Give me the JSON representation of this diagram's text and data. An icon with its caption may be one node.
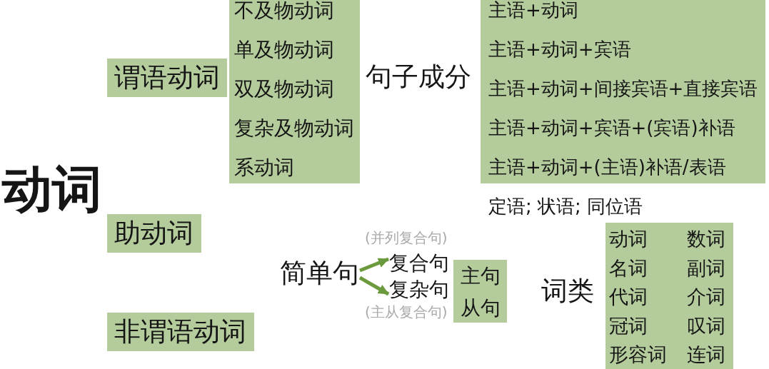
{
  "diagram": {
    "title": "动词",
    "nodes": [
      {
        "text": [
          "谓语动词"
        ]
      },
      {
        "text": [
          "不及物动词",
          "单及物动词",
          "双及物动词",
          "复杂及物动词",
          "系动词"
        ]
      },
      {
        "text": [
          "主语+动词",
          "主语+动词+宾语",
          "主语+动词+间接宾语+直接宾语",
          "主语+动词+宾语+(宾语)补语",
          "主语+动词+(主语)补语/表语"
        ]
      },
      {
        "text": [
          "助动词"
        ]
      },
      {
        "text": [
          "简单句"
        ]
      },
      {
        "text": [
          "复合句"
        ],
        "beside": [
          "(并列复合句)"
        ]
      },
      {
        "text": [
          "复杂句"
        ],
        "beside": [
          "(主从复合句)"
        ]
      },
      {
        "text": [
          "主句",
          "从句"
        ]
      },
      {
        "text": [
          "动词",
          "数词",
          "名词",
          "副词",
          "代词",
          "介词",
          "冠词",
          "叹词",
          "形容词",
          "连词"
        ]
      },
      {
        "text": [
          "非谓语动词"
        ]
      }
    ],
    "edges": [
      {
        "from": 4,
        "to": 5,
        "arrow": "to"
      },
      {
        "from": 4,
        "to": 6,
        "arrow": "to"
      }
    ],
    "labels": [
      "句子成分",
      "定语; 状语; 同位语",
      "词类"
    ]
  }
}
